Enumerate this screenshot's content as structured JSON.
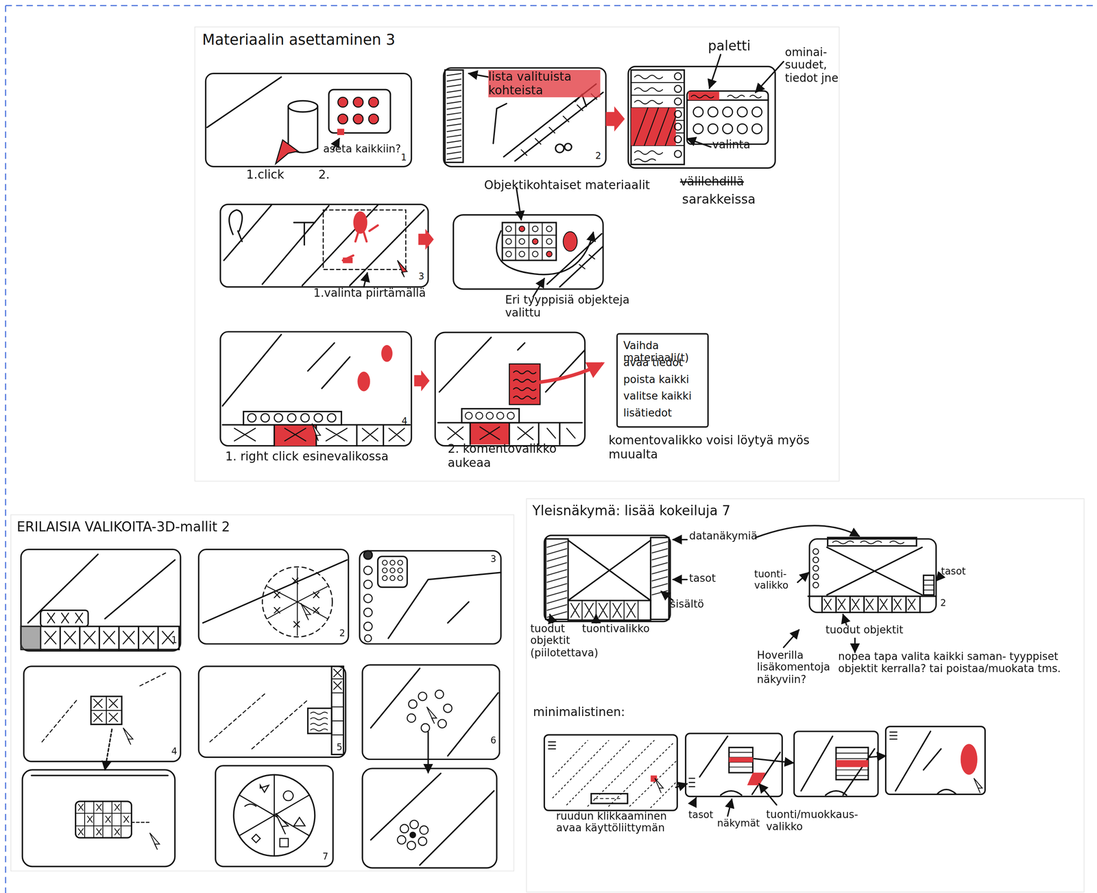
{
  "diagram": {
    "nodes": [
      {
        "text": [
          "Materiaalin asettaminen 3"
        ]
      },
      {
        "text": [
          "1"
        ],
        "in": 0
      },
      {
        "text": [
          "2"
        ],
        "in": 0
      },
      {
        "text": [
          "3"
        ],
        "in": 0
      },
      {
        "text": [
          "4"
        ],
        "in": 0
      },
      {
        "text": [
          "Vaihda materiaali(t)",
          "avaa tiedot",
          "poista kaikki",
          "valitse kaikki",
          "lisätiedot"
        ],
        "in": 0
      },
      {
        "text": [
          "ERILAISIA VALIKOITA-3D-mallit 2"
        ]
      },
      {
        "text": [
          "1"
        ],
        "in": 6
      },
      {
        "text": [
          "2"
        ],
        "in": 6
      },
      {
        "text": [
          "3"
        ],
        "in": 6
      },
      {
        "text": [
          "4"
        ],
        "in": 6
      },
      {
        "text": [
          "5"
        ],
        "in": 6
      },
      {
        "text": [
          "6"
        ],
        "in": 6
      },
      {
        "text": [
          "7"
        ],
        "in": 6
      },
      {
        "text": [
          "Yleisnäkymä: lisää kokeiluja 7"
        ]
      },
      {
        "text": [
          "2"
        ],
        "in": 14
      }
    ],
    "labels": [
      "aseta kaikkiin?",
      "1.click",
      "2.",
      "lista valituista kohteista",
      "paletti",
      "ominai- suudet, tiedot jne",
      "valinta",
      "Objektikohtaiset materiaalit",
      "välilehdillä",
      "sarakkeissa",
      "1.valinta piirtämällä",
      "Eri tyyppisiä objekteja valittu",
      "1. right click esinevalikossa",
      "2. komentovalikko aukeaa",
      "komentovalikko voisi löytyä myös muualta",
      "datanäkymiä",
      "tasot",
      "sisältö",
      "tuodut objektit (piilotettava)",
      "tuontivalikko",
      "tuonti- valikko",
      "tasot",
      "tuodut objektit",
      "Hoverilla lisäkomentoja näkyviin?",
      "nopea tapa valita kaikki saman- tyyppiset objektit kerralla? tai poistaa/muokata tms.",
      "minimalistinen:",
      "ruudun klikkaaminen avaa käyttöliittymän",
      "tasot",
      "näkymät",
      "tuonti/muokkaus- valikko"
    ]
  }
}
